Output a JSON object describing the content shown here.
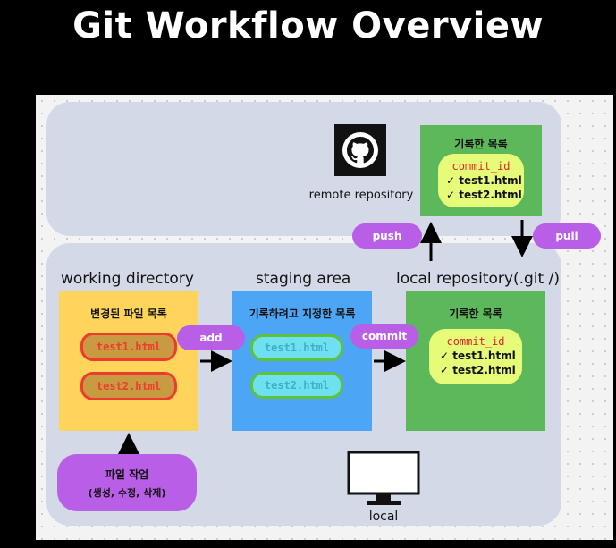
{
  "title": "Git Workflow Overview",
  "remote": {
    "label": "remote repository",
    "box_title": "기록한 목록",
    "commit_id": "commit_id",
    "files": [
      "✓ test1.html",
      "✓ test2.html"
    ]
  },
  "local": {
    "label": "local",
    "working": {
      "header": "working directory",
      "box_title": "변경된 파일 목록",
      "files": [
        "test1.html",
        "test2.html"
      ]
    },
    "staging": {
      "header": "staging area",
      "box_title": "기록하려고 지정한 목록",
      "files": [
        "test1.html",
        "test2.html"
      ]
    },
    "repo": {
      "header": "local repository(.git /)",
      "box_title": "기록한 목록",
      "commit_id": "commit_id",
      "files": [
        "✓ test1.html",
        "✓ test2.html"
      ]
    },
    "file_work": {
      "line1": "파일 작업",
      "line2": "(생성, 수정, 삭제)"
    }
  },
  "actions": {
    "add": "add",
    "commit": "commit",
    "push": "push",
    "pull": "pull"
  },
  "icons": {
    "remote": "github-icon",
    "local": "monitor-icon"
  },
  "colors": {
    "working_box": "#ffd45a",
    "working_pill": "#c89b43",
    "working_pill_border": "#ee3b2f",
    "staging_box": "#4da6f5",
    "staging_pill": "#6fe0f0",
    "staging_pill_border": "#5fc33a",
    "repo_box": "#5cb85a",
    "commit_box": "#e6fb78",
    "action_tag": "#b95ee6",
    "panel": "#d4d9e8"
  }
}
